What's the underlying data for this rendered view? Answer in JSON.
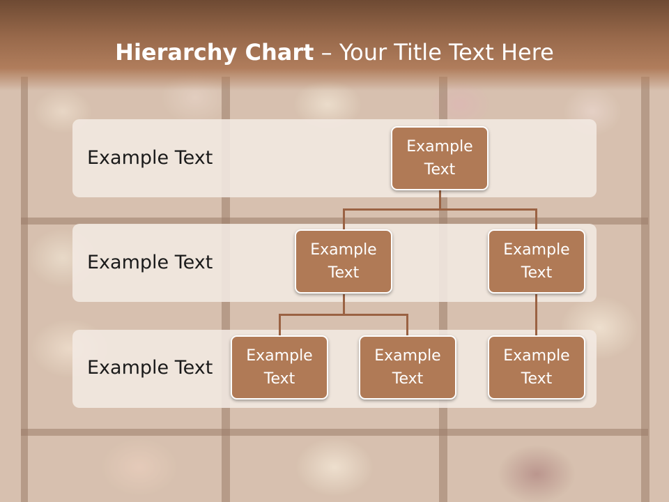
{
  "title": {
    "bold": "Hierarchy Chart",
    "rest": " – Your Title Text Here"
  },
  "levels": [
    {
      "label": "Example Text"
    },
    {
      "label": "Example Text"
    },
    {
      "label": "Example Text"
    }
  ],
  "nodes": {
    "root": "Example Text",
    "level2_left": "Example Text",
    "level2_right": "Example Text",
    "level3_a": "Example Text",
    "level3_b": "Example Text",
    "level3_c": "Example Text"
  },
  "colors": {
    "title_bar": "#97684a",
    "node_fill": "#b07a56",
    "connector": "#9a6243",
    "band": "#f3e9e2"
  }
}
